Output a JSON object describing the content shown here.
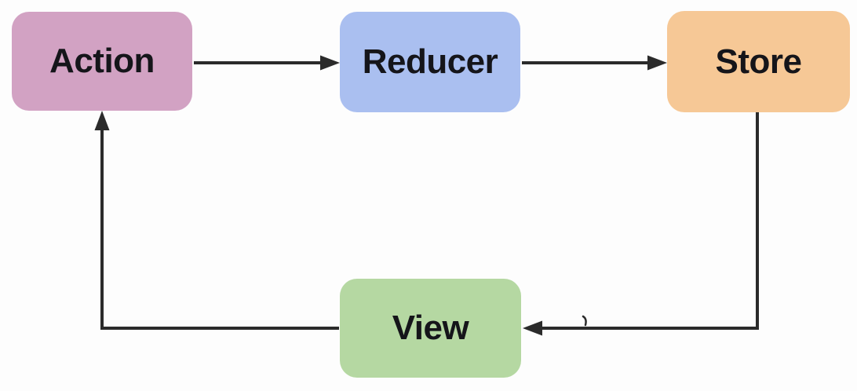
{
  "diagram": {
    "nodes": [
      {
        "id": "action",
        "label": "Action",
        "fill": "#d2a2c3"
      },
      {
        "id": "reducer",
        "label": "Reducer",
        "fill": "#aabff0"
      },
      {
        "id": "store",
        "label": "Store",
        "fill": "#f6c896"
      },
      {
        "id": "view",
        "label": "View",
        "fill": "#b5d8a2"
      }
    ],
    "edges": [
      {
        "from": "Action",
        "to": "Reducer"
      },
      {
        "from": "Reducer",
        "to": "Store"
      },
      {
        "from": "Store",
        "to": "View"
      },
      {
        "from": "View",
        "to": "Action"
      }
    ],
    "colors": {
      "background": "#fdfdfd",
      "line": "#2b2b2b",
      "text": "#15151a"
    }
  }
}
